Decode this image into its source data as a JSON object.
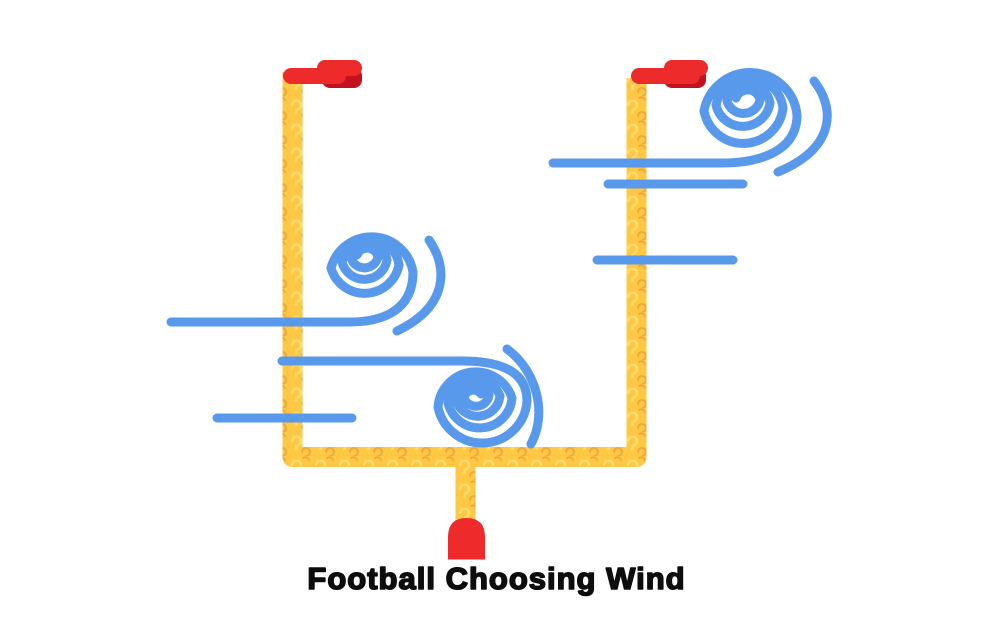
{
  "page": {
    "title": "Football Choosing Wind"
  },
  "colors": {
    "background": "#ffffff",
    "goal_yellow": "#FFC844",
    "goal_pattern_light": "#FFDC6B",
    "goal_pattern_dark": "#F2A93C",
    "wind_blue": "#5899EC",
    "flag_red": "#EE2B2B",
    "flag_red_dark": "#C2121F",
    "base_red": "#EE2A2B",
    "title_black": "#0D0D0D"
  },
  "illustration": {
    "name": "football-goalpost-in-wind",
    "elements": [
      "goalpost",
      "goalpost-center-post",
      "goalpost-base",
      "left-wind-flag",
      "right-wind-flag",
      "wind-gust-top-right",
      "wind-gust-middle-left",
      "wind-gust-bottom-middle",
      "wind-line"
    ],
    "wind_gust_count": 3,
    "wind_flag_count": 2
  }
}
